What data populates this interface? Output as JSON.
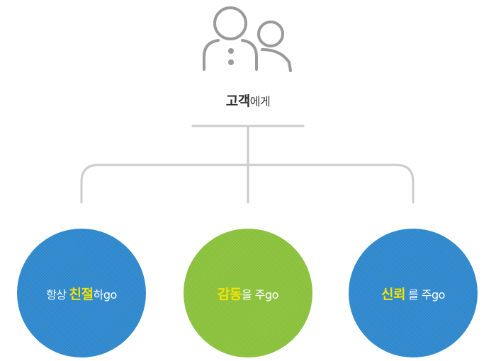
{
  "root": {
    "icon": "people-icon",
    "label_strong": "고객",
    "label_rest": "에게"
  },
  "branches": [
    {
      "highlight": "친절",
      "prefix": "항상",
      "suffix": "하go",
      "color": "#2f8ad0",
      "highlight_color": "#f4e400"
    },
    {
      "highlight": "감동",
      "prefix": "",
      "suffix": "을 주go",
      "color": "#8cc43c",
      "highlight_color": "#f4e400"
    },
    {
      "highlight": "신뢰",
      "prefix": "",
      "suffix": "를 주go",
      "color": "#2f8ad0",
      "highlight_color": "#f4e400"
    }
  ],
  "colors": {
    "line": "#cccccc",
    "icon": "#9a9a9a",
    "text": "#2f2f2f"
  }
}
